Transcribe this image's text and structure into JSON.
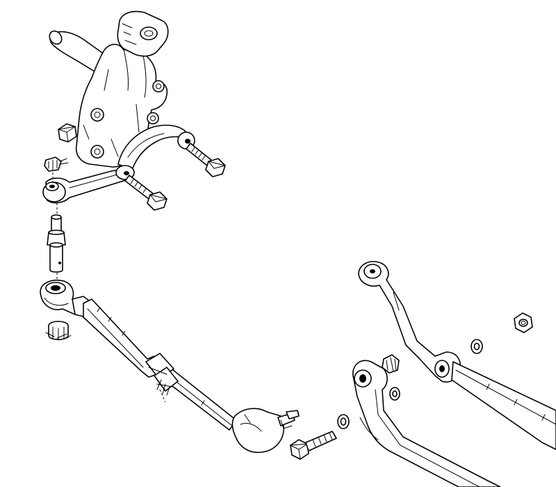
{
  "diagram": {
    "type": "exploded-parts-view",
    "text_labels": [],
    "line_color": "#000000",
    "background_color": "#ffffff",
    "parts": [
      {
        "id": "steering-knuckle",
        "kind": "steering-knuckle"
      },
      {
        "id": "knuckle-nut",
        "kind": "hex-nut"
      },
      {
        "id": "steering-arm",
        "kind": "steering-arm"
      },
      {
        "id": "arm-bolt-upper",
        "kind": "bolt"
      },
      {
        "id": "arm-bolt-lower",
        "kind": "bolt"
      },
      {
        "id": "cotter-pin-upper",
        "kind": "cotter-pin"
      },
      {
        "id": "tie-rod-stud",
        "kind": "tapered-stud"
      },
      {
        "id": "tie-rod-eye-end",
        "kind": "tie-rod-end"
      },
      {
        "id": "castle-nut",
        "kind": "castle-nut"
      },
      {
        "id": "tie-rod-tube",
        "kind": "tie-rod-tube"
      },
      {
        "id": "adjusting-sleeve-clamp",
        "kind": "clamp"
      },
      {
        "id": "tie-rod-ball-end",
        "kind": "ball-joint-end"
      },
      {
        "id": "lower-bolt",
        "kind": "bolt"
      },
      {
        "id": "lower-washer",
        "kind": "washer"
      },
      {
        "id": "pitman-arm",
        "kind": "pitman-arm"
      },
      {
        "id": "pitman-castle-nut",
        "kind": "castle-nut"
      },
      {
        "id": "pitman-washer",
        "kind": "washer"
      },
      {
        "id": "drag-link",
        "kind": "drag-link"
      },
      {
        "id": "drag-link-washer",
        "kind": "washer"
      },
      {
        "id": "drag-link-nut",
        "kind": "hex-nut"
      }
    ]
  }
}
